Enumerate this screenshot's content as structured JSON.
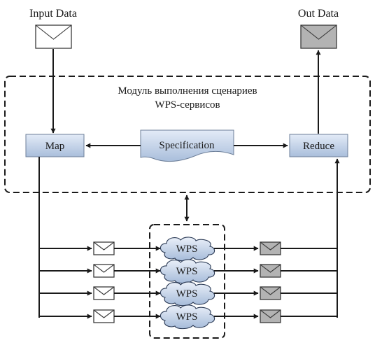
{
  "input_data_label": "Input Data",
  "output_data_label": "Out Data",
  "module_title_line1": "Модуль выполнения сценариев",
  "module_title_line2": "WPS-сервисов",
  "map_label": "Map",
  "specification_label": "Specification",
  "reduce_label": "Reduce",
  "wps_services": [
    {
      "label": "WPS"
    },
    {
      "label": "WPS"
    },
    {
      "label": "WPS"
    },
    {
      "label": "WPS"
    }
  ],
  "colors": {
    "box_top": "#dfe8f6",
    "box_bottom": "#a9bedb",
    "envelope_output": "#b3b3b3",
    "line": "#1a1a1a"
  },
  "icons": {
    "input_envelope": "envelope-icon",
    "output_envelope": "envelope-filled-icon",
    "wps_shape": "cloud-icon",
    "specification_shape": "document-icon"
  }
}
